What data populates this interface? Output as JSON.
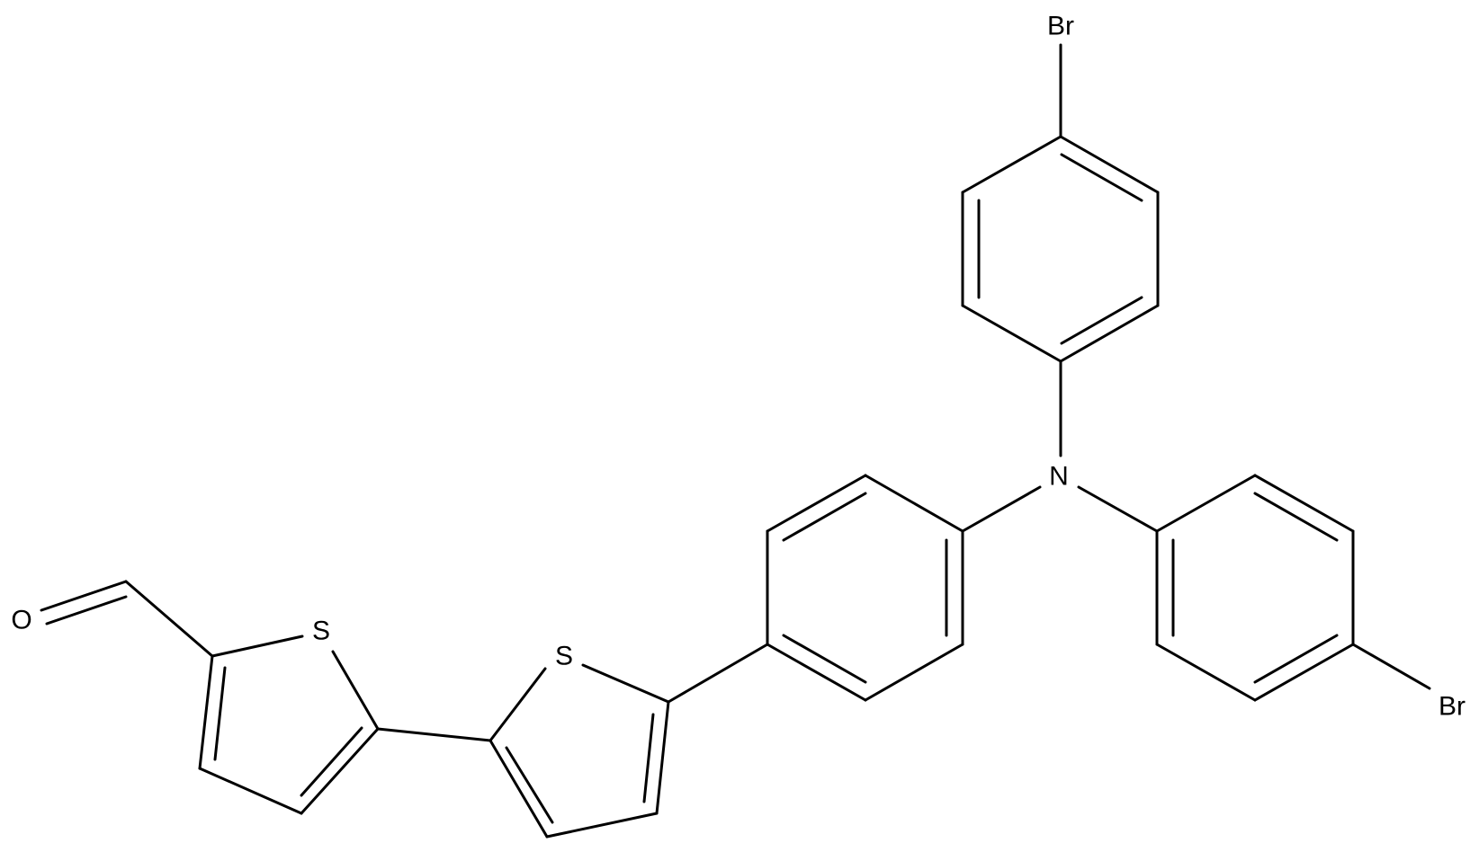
{
  "atoms": {
    "br_top": "Br",
    "br_right": "Br",
    "n_center": "N",
    "o_aldehyde": "O",
    "s_thiophene_left": "S",
    "s_thiophene_middle": "S"
  },
  "colors": {
    "bond": "#000000",
    "label": "#000000",
    "background": "#ffffff"
  }
}
